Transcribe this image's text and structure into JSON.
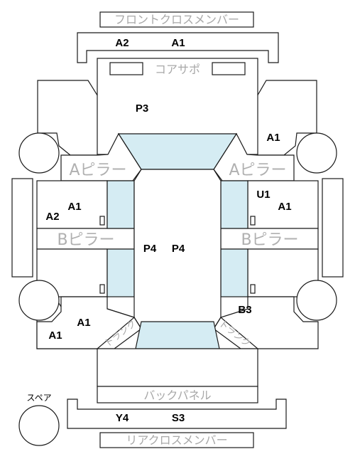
{
  "colors": {
    "line": "#1a1a1a",
    "blue_fill": "#d5ecf3",
    "gray_text": "#a8a8a8"
  },
  "panels": {
    "front_cross_member": "フロントクロスメンバー",
    "core_support": "コアサポ",
    "a_pillar_left": "Aピラー",
    "a_pillar_right": "Aピラー",
    "b_pillar_left": "Bピラー",
    "b_pillar_right": "Bピラー",
    "back_panel": "バックパネル",
    "rear_cross_member": "リアクロスメンバー",
    "trunk_left": "トランク",
    "trunk_right": "トランク",
    "spare": "スペア"
  },
  "codes": {
    "front_a2": "A2",
    "front_a1": "A1",
    "p3": "P3",
    "right_front_a1": "A1",
    "left_a1": "A1",
    "left_a2": "A2",
    "right_u1": "U1",
    "right_a1": "A1",
    "p4_left": "P4",
    "p4_right": "P4",
    "b3": "B3",
    "left_rear_a1_upper": "A1",
    "left_rear_a1_lower": "A1",
    "rear_y4": "Y4",
    "rear_s3": "S3"
  }
}
